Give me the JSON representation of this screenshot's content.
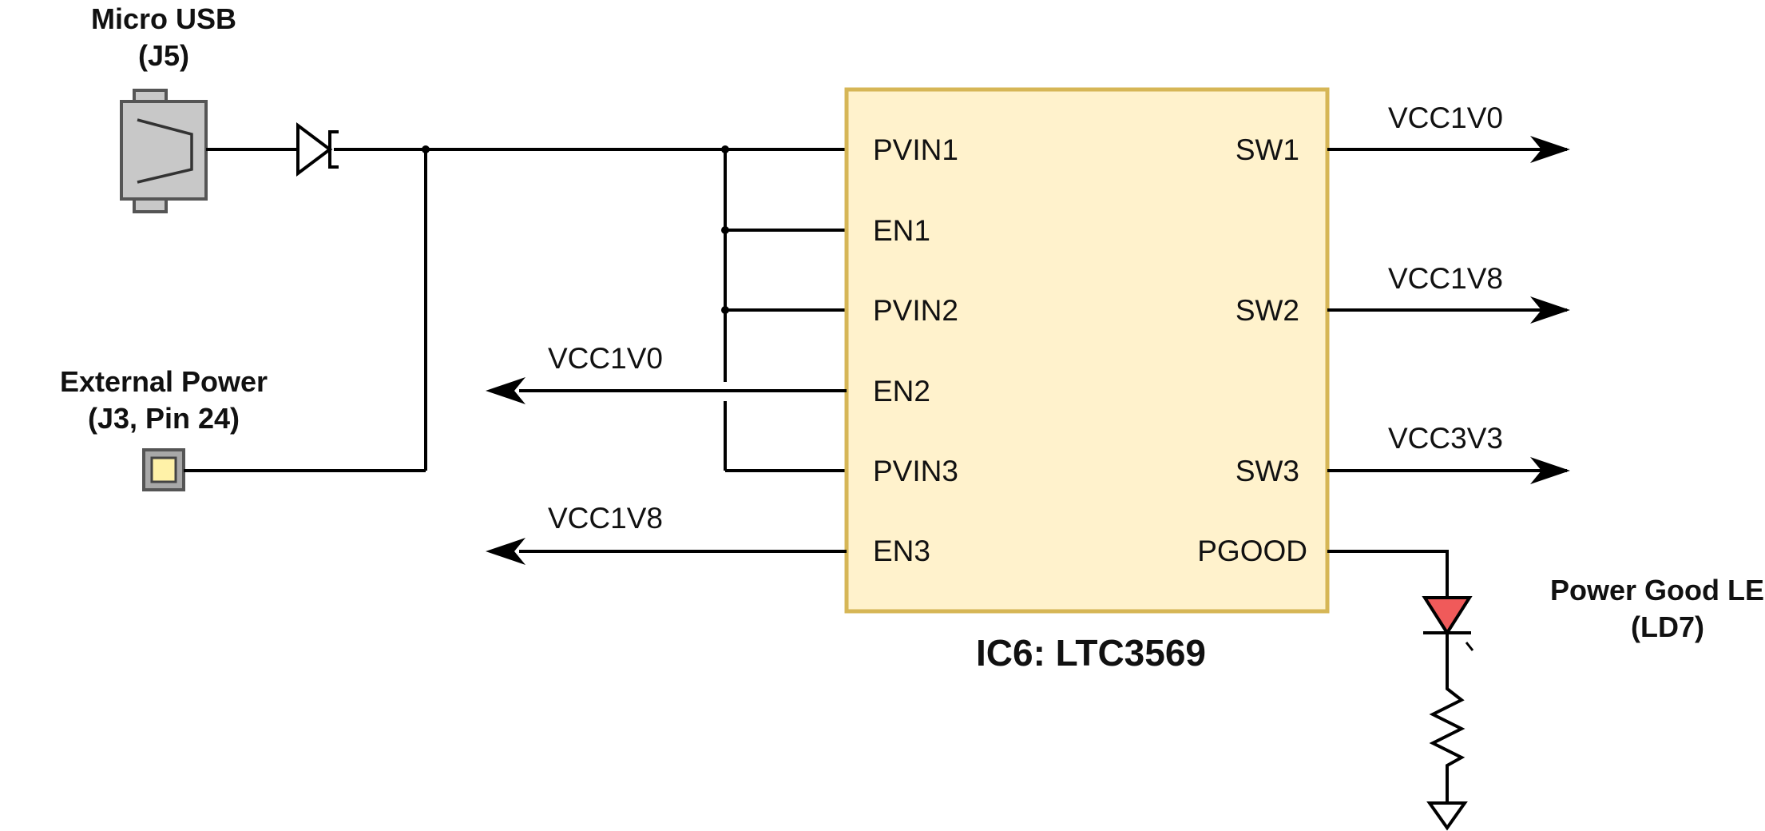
{
  "labels": {
    "usb_title": "Micro USB",
    "usb_ref": "(J5)",
    "ext_title": "External Power",
    "ext_ref": "(J3, Pin 24)",
    "ic_name": "IC6: LTC3569",
    "led_title": "Power Good LED",
    "led_ref": "(LD7)"
  },
  "ic": {
    "left_pins": [
      "PVIN1",
      "EN1",
      "PVIN2",
      "EN2",
      "PVIN3",
      "EN3"
    ],
    "right_pins": [
      "SW1",
      "SW2",
      "SW3",
      "PGOOD"
    ]
  },
  "nets": {
    "sw1_out": "VCC1V0",
    "sw2_out": "VCC1V8",
    "sw3_out": "VCC3V3",
    "en2_in": "VCC1V0",
    "en3_in": "VCC1V8"
  },
  "colors": {
    "ic_fill": "#FFF2CC",
    "ic_border": "#D6B656",
    "connector_fill": "#C8C8C8",
    "connector_border": "#555555",
    "pad_fill": "#FFF2A8",
    "led_fill": "#F05A5A",
    "wire": "#000000"
  }
}
